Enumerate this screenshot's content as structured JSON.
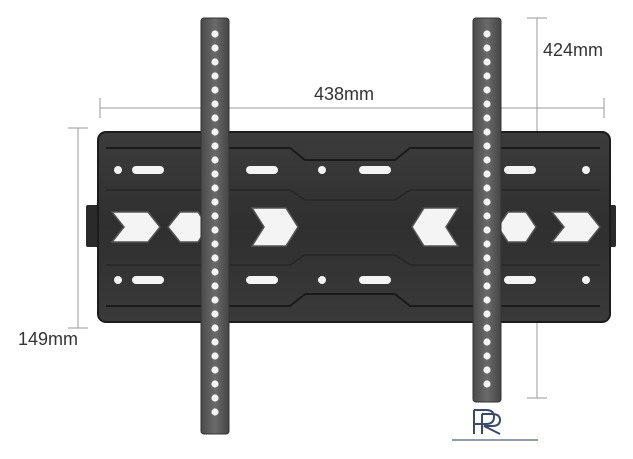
{
  "dimensions": {
    "width_label": "438mm",
    "height_label": "424mm",
    "depth_label": "149mm"
  },
  "logo": {
    "text": "PR"
  },
  "colors": {
    "background": "#ffffff",
    "plate": "#343434",
    "plate_edge": "#1e1e1e",
    "arm": "#5a5a5a",
    "slot": "#f4f4f4",
    "dimension_line": "#999999",
    "label": "#333333"
  }
}
